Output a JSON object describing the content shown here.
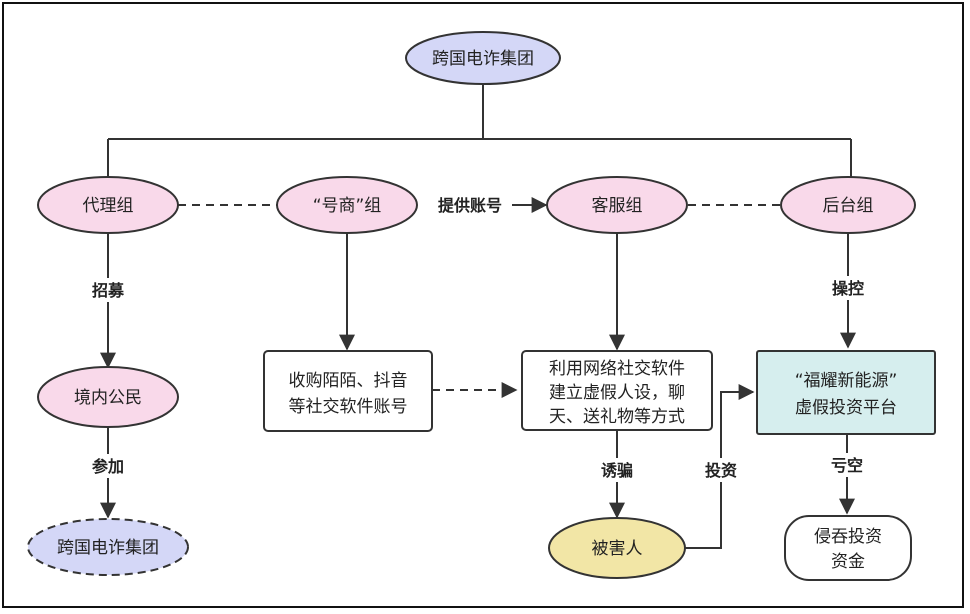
{
  "nodes": {
    "root": "跨国电诈集团",
    "agent_group": "代理组",
    "account_group": "“号商”组",
    "service_group": "客服组",
    "backend_group": "后台组",
    "domestic_citizens": "境内公民",
    "join_group": "跨国电诈集团",
    "buy_accounts_1": "收购陌陌、抖音",
    "buy_accounts_2": "等社交软件账号",
    "fake_persona_1": "利用网络社交软件",
    "fake_persona_2": "建立虚假人设，聊",
    "fake_persona_3": "天、送礼物等方式",
    "platform_1": "“福耀新能源”",
    "platform_2": "虚假投资平台",
    "victim": "被害人",
    "funds_1": "侵吞投资",
    "funds_2": "资金"
  },
  "edges": {
    "recruit": "招募",
    "join": "参加",
    "provide_accounts": "提供账号",
    "control": "操控",
    "deceive": "诱骗",
    "invest": "投资",
    "loss": "亏空"
  },
  "colors": {
    "pink": "#f9d9ea",
    "lavender": "#d4d7f7",
    "yellow": "#f2e6a6",
    "teal": "#d6eeee",
    "stroke": "#333333"
  }
}
